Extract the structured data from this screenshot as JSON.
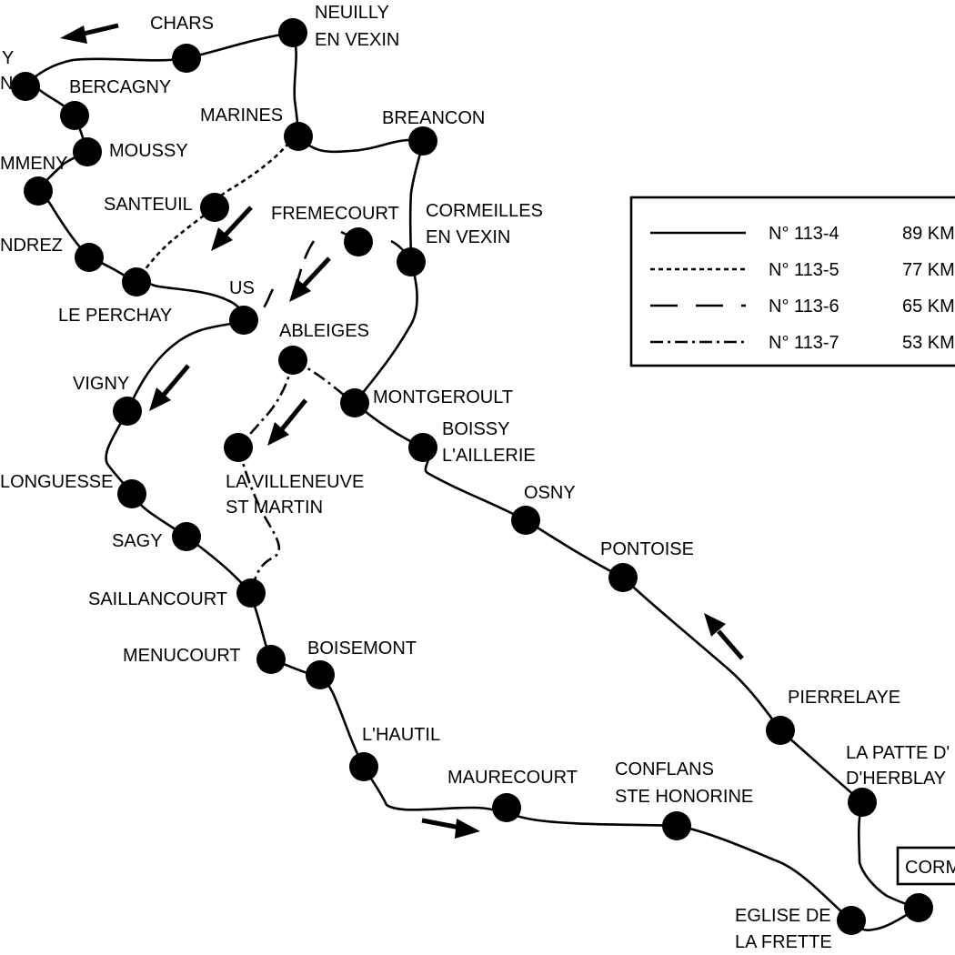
{
  "labels": {
    "chars": "CHARS",
    "neuilly_1": "NEUILLY",
    "neuilly_2": "EN VEXIN",
    "nw_partial_1": "Y",
    "nw_partial_2": "N",
    "bercagny": "BERCAGNY",
    "marines": "MARINES",
    "breancon": "BREANCON",
    "moussy": "MOUSSY",
    "commeny": "MMENY",
    "santeuil": "SANTEUIL",
    "fremecourt": "FREMECOURT",
    "cormeilles_1": "CORMEILLES",
    "cormeilles_2": "EN VEXIN",
    "gadancourt": "NDREZ",
    "le_perchay": "LE PERCHAY",
    "us": "US",
    "ableiges": "ABLEIGES",
    "vigny": "VIGNY",
    "montgeroult": "MONTGEROULT",
    "boissy_1": "BOISSY",
    "boissy_2": "L'AILLERIE",
    "longuesse": "LONGUESSE",
    "villeneuve_1": "LA VILLENEUVE",
    "villeneuve_2": "ST MARTIN",
    "osny": "OSNY",
    "sagy": "SAGY",
    "pontoise": "PONTOISE",
    "saillancourt": "SAILLANCOURT",
    "menucourt": "MENUCOURT",
    "boisemont": "BOISEMONT",
    "pierrelaye": "PIERRELAYE",
    "lhautil": "L'HAUTIL",
    "patte_1": "LA PATTE D'",
    "patte_2": "D'HERBLAY",
    "maurecourt": "MAURECOURT",
    "conflans_1": "CONFLANS",
    "conflans_2": "STE HONORINE",
    "cormeilles_start": "CORM",
    "eglise_1": "EGLISE DE",
    "eglise_2": "LA FRETTE"
  },
  "legend": {
    "rows": [
      {
        "route": "N° 113-4",
        "distance": "89 KM",
        "style": "solid"
      },
      {
        "route": "N° 113-5",
        "distance": "77 KM",
        "style": "dotted"
      },
      {
        "route": "N° 113-6",
        "distance": "65 KM",
        "style": "dashed"
      },
      {
        "route": "N° 113-7",
        "distance": "53 KM",
        "style": "dash-dot"
      }
    ]
  }
}
